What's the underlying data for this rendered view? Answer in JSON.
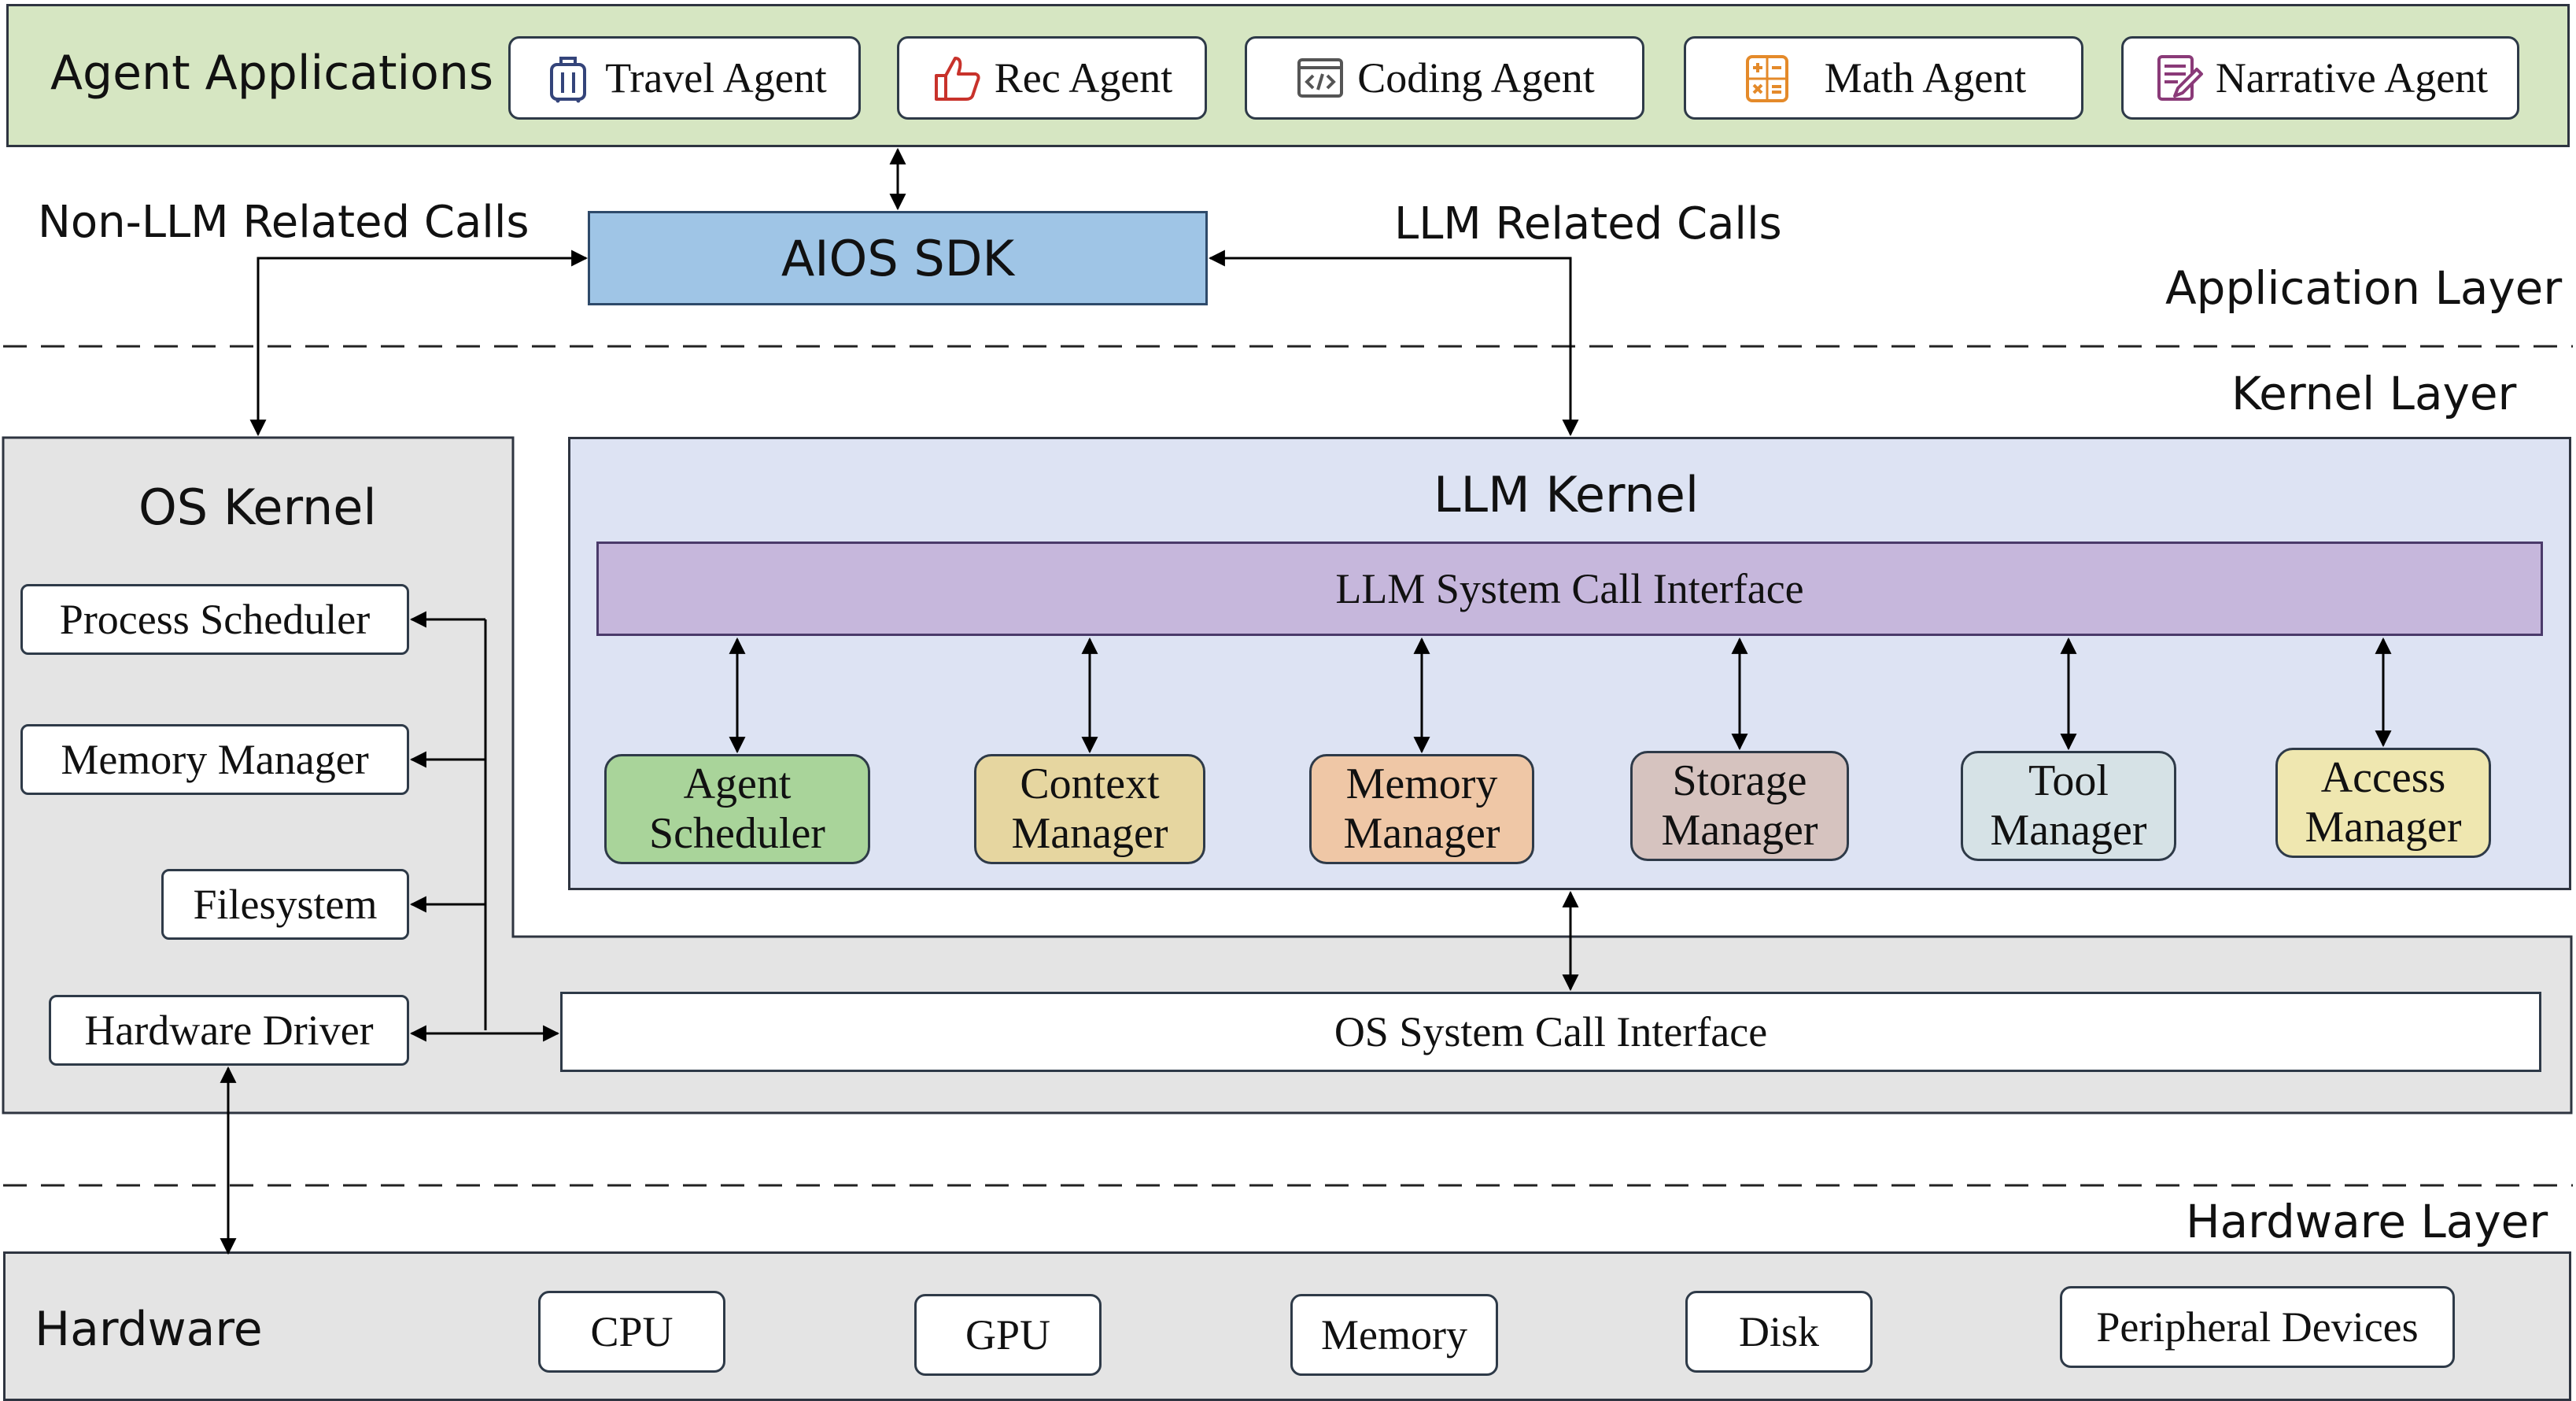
{
  "agent_applications": {
    "title": "Agent Applications",
    "agents": [
      {
        "label": "Travel Agent",
        "icon": "luggage-icon"
      },
      {
        "label": "Rec Agent",
        "icon": "thumbs-up-icon"
      },
      {
        "label": "Coding Agent",
        "icon": "code-window-icon"
      },
      {
        "label": "Math Agent",
        "icon": "calculator-icon"
      },
      {
        "label": "Narrative Agent",
        "icon": "document-pen-icon"
      }
    ]
  },
  "sdk": {
    "label": "AIOS SDK"
  },
  "calls": {
    "non_llm": "Non-LLM Related Calls",
    "llm": "LLM Related Calls"
  },
  "layers": {
    "application": "Application Layer",
    "kernel": "Kernel Layer",
    "hardware": "Hardware Layer"
  },
  "os_kernel": {
    "title": "OS Kernel",
    "modules": [
      "Process Scheduler",
      "Memory Manager",
      "Filesystem",
      "Hardware Driver"
    ],
    "syscall": "OS System Call Interface"
  },
  "llm_kernel": {
    "title": "LLM Kernel",
    "syscall": "LLM System Call Interface",
    "modules": [
      {
        "line1": "Agent",
        "line2": "Scheduler"
      },
      {
        "line1": "Context",
        "line2": "Manager"
      },
      {
        "line1": "Memory",
        "line2": "Manager"
      },
      {
        "line1": "Storage",
        "line2": "Manager"
      },
      {
        "line1": "Tool",
        "line2": "Manager"
      },
      {
        "line1": "Access",
        "line2": "Manager"
      }
    ]
  },
  "hardware": {
    "title": "Hardware",
    "items": [
      "CPU",
      "GPU",
      "Memory",
      "Disk",
      "Peripheral Devices"
    ]
  },
  "colors": {
    "app_bg": "#d6e6c2",
    "sdk_bg": "#9fc5e6",
    "os_kernel_bg": "#e4e4e4",
    "llm_kernel_bg": "#dde3f3",
    "llm_syscall_bg": "#c6b7dc",
    "hardware_bg": "#e4e4e4",
    "module_colors": [
      "#a9d49a",
      "#e6d6a0",
      "#efc7a6",
      "#d6c3bf",
      "#d6e2e6",
      "#efe7b0"
    ]
  }
}
